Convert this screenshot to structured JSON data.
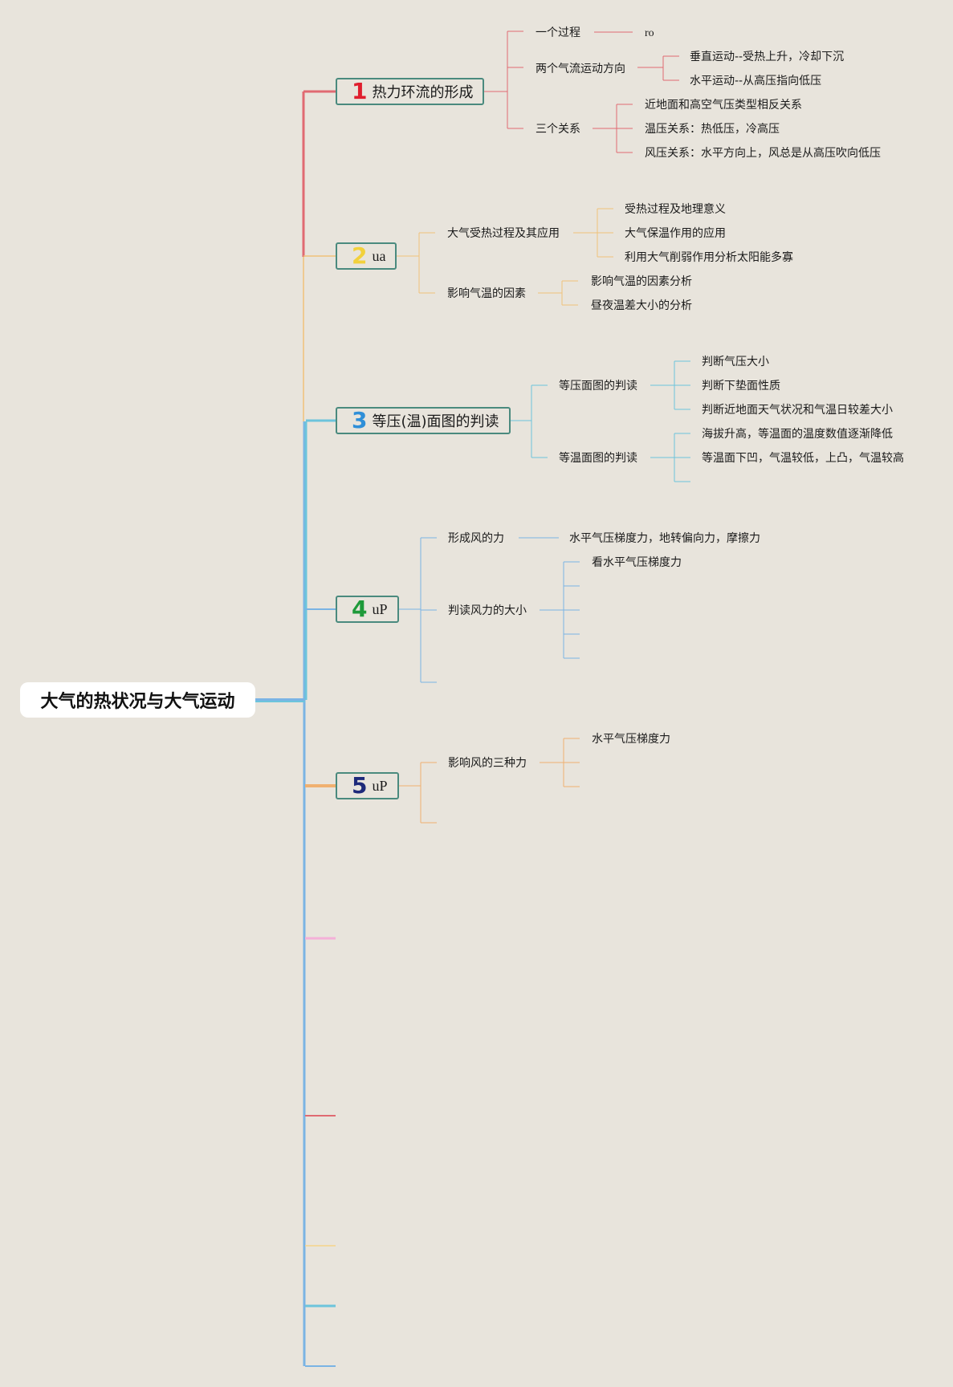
{
  "root": {
    "title": "大气的热状况与大气运动"
  },
  "branches": [
    {
      "number": "1",
      "label": "热力环流的形成",
      "color": "#e06a72",
      "num_color": "#e01e2e",
      "children": [
        {
          "label": "一个过程",
          "children": [
            {
              "label": "ro"
            }
          ]
        },
        {
          "label": "两个气流运动方向",
          "children": [
            {
              "label": "垂直运动--受热上升，冷却下沉"
            },
            {
              "label": "水平运动--从高压指向低压"
            }
          ]
        },
        {
          "label": "三个关系",
          "children": [
            {
              "label": "近地面和高空气压类型相反关系"
            },
            {
              "label": "温压关系：热低压，冷高压"
            },
            {
              "label": "风压关系：水平方向上，风总是从高压吹向低压"
            }
          ]
        }
      ]
    },
    {
      "number": "2",
      "label": "ua",
      "color": "#f0c27a",
      "num_color": "#f2d13c",
      "children": [
        {
          "label": "大气受热过程及其应用",
          "children": [
            {
              "label": "受热过程及地理意义"
            },
            {
              "label": "大气保温作用的应用"
            },
            {
              "label": "利用大气削弱作用分析太阳能多寡"
            }
          ]
        },
        {
          "label": "影响气温的因素",
          "children": [
            {
              "label": "影响气温的因素分析"
            },
            {
              "label": "昼夜温差大小的分析"
            }
          ]
        }
      ]
    },
    {
      "number": "3",
      "label": "等压(温)面图的判读",
      "color": "#6cc4dc",
      "num_color": "#2f8fd8",
      "children": [
        {
          "label": "等压面图的判读",
          "children": [
            {
              "label": "判断气压大小"
            },
            {
              "label": "判断下垫面性质"
            },
            {
              "label": "判断近地面天气状况和气温日较差大小"
            }
          ]
        },
        {
          "label": "等温面图的判读",
          "children": [
            {
              "label": "海拔升高，等温面的温度数值逐渐降低"
            },
            {
              "label": "等温面下凹，气温较低，上凸，气温较高"
            },
            {
              "label": ""
            }
          ]
        }
      ]
    },
    {
      "number": "4",
      "label": "uP",
      "color": "#7ab4e4",
      "num_color": "#1e9a3a",
      "children": [
        {
          "label": "形成风的力",
          "children": [
            {
              "label": "水平气压梯度力，地转偏向力，摩擦力"
            }
          ]
        },
        {
          "label": "判读风力的大小",
          "children": [
            {
              "label": "看水平气压梯度力"
            },
            {
              "label": ""
            },
            {
              "label": ""
            },
            {
              "label": ""
            },
            {
              "label": ""
            }
          ]
        },
        {
          "label": ""
        }
      ]
    },
    {
      "number": "5",
      "label": "uP",
      "color": "#f0b070",
      "num_color": "#1e2a7a",
      "children": [
        {
          "label": "影响风的三种力",
          "children": [
            {
              "label": "水平气压梯度力"
            },
            {
              "label": ""
            },
            {
              "label": ""
            }
          ]
        },
        {
          "label": ""
        }
      ]
    }
  ],
  "empty_branch_colors": [
    "#f4b0d8",
    "#e06a72",
    "#f5d48a",
    "#6cc4dc",
    "#7ab4e4"
  ]
}
